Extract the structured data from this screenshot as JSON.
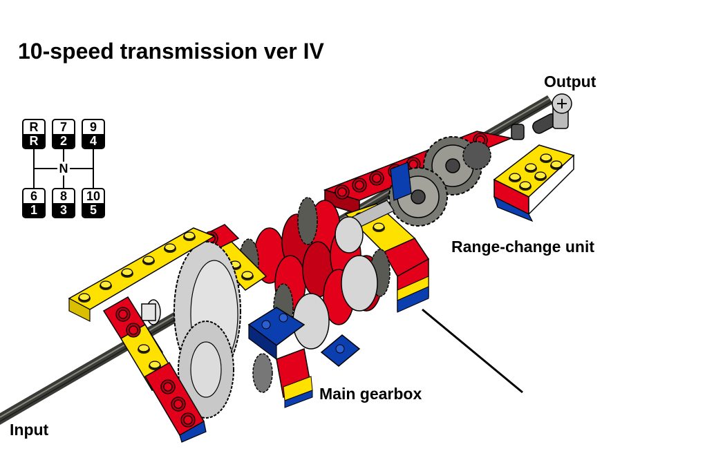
{
  "title": "10-speed transmission ver IV",
  "labels": {
    "output": "Output",
    "range_change_unit": "Range-change unit",
    "main_gearbox": "Main gearbox",
    "input": "Input"
  },
  "shift_pattern": {
    "neutral": "N",
    "top_row": [
      {
        "top": "R",
        "bottom": "R"
      },
      {
        "top": "7",
        "bottom": "2"
      },
      {
        "top": "9",
        "bottom": "4"
      }
    ],
    "bottom_row": [
      {
        "top": "6",
        "bottom": "1"
      },
      {
        "top": "8",
        "bottom": "3"
      },
      {
        "top": "10",
        "bottom": "5"
      }
    ]
  },
  "colors": {
    "red": "#e3001b",
    "yellow": "#ffe100",
    "blue": "#0b3fb0",
    "dark_gray": "#555550",
    "light_gray": "#d6d6d6",
    "axle": "#3a3a36"
  }
}
